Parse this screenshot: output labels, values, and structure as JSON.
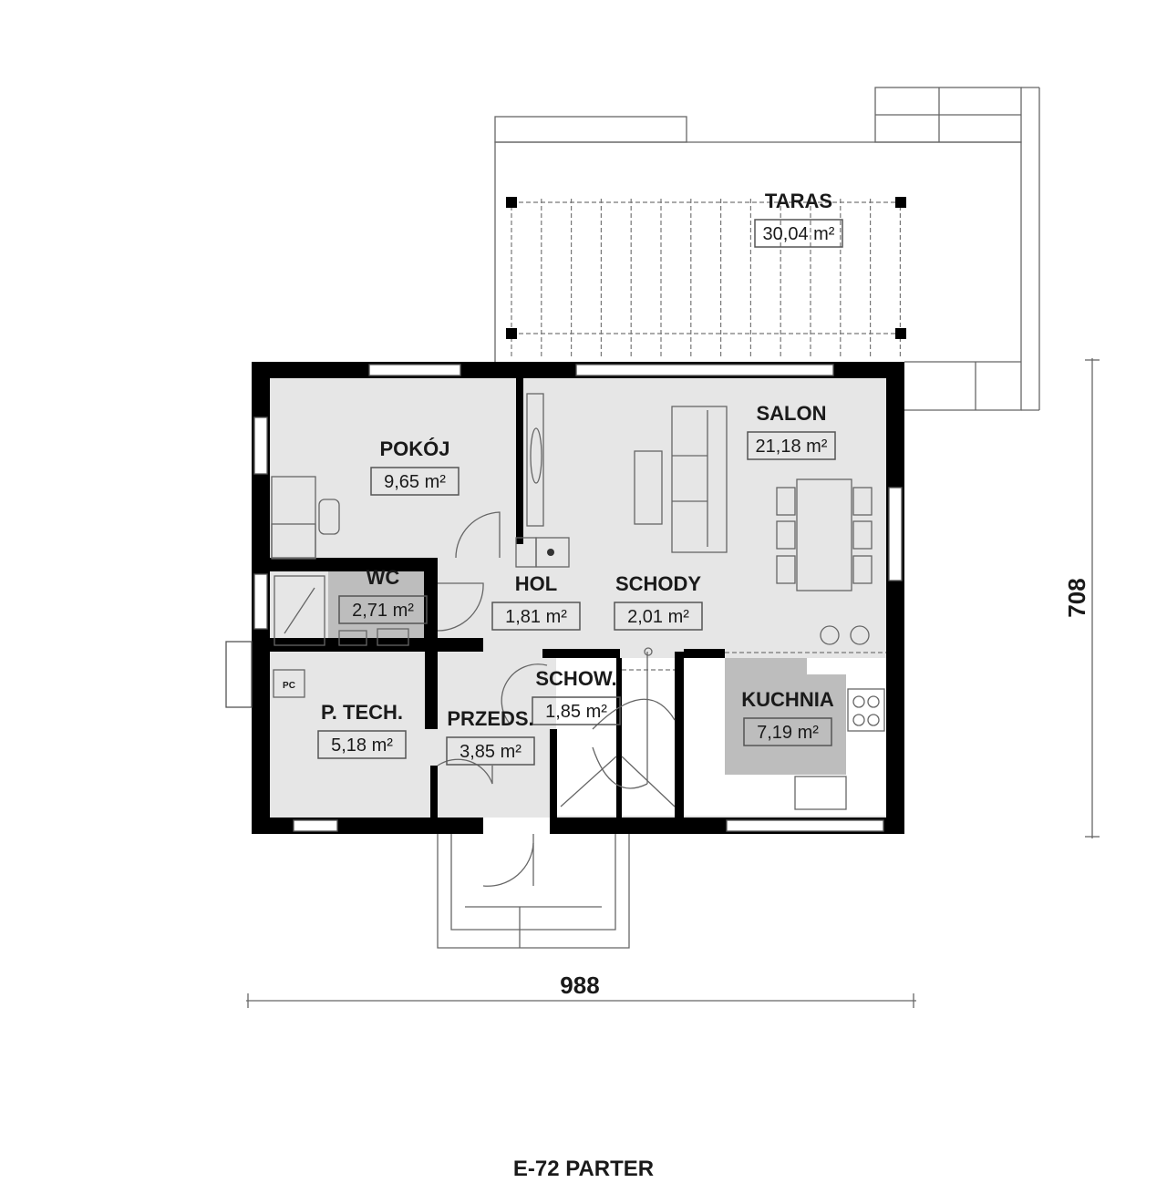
{
  "plan": {
    "title": "E-72 PARTER",
    "dimensions": {
      "width": "988",
      "depth": "708"
    },
    "rooms": [
      {
        "name": "TARAS",
        "area": "30,04 m²"
      },
      {
        "name": "SALON",
        "area": "21,18 m²"
      },
      {
        "name": "POKÓJ",
        "area": "9,65 m²"
      },
      {
        "name": "WC",
        "area": "2,71 m²"
      },
      {
        "name": "HOL",
        "area": "1,81 m²"
      },
      {
        "name": "SCHODY",
        "area": "2,01 m²"
      },
      {
        "name": "SCHOW.",
        "area": "1,85 m²"
      },
      {
        "name": "KUCHNIA",
        "area": "7,19 m²"
      },
      {
        "name": "P. TECH.",
        "area": "5,18 m²"
      },
      {
        "name": "PRZEDS.",
        "area": "3,85 m²"
      }
    ],
    "fixtures": {
      "boiler_label": "PC"
    },
    "colors": {
      "floor": "#e6e6e6",
      "wet_room": "#bdbdbd",
      "wall": "#000000"
    }
  }
}
